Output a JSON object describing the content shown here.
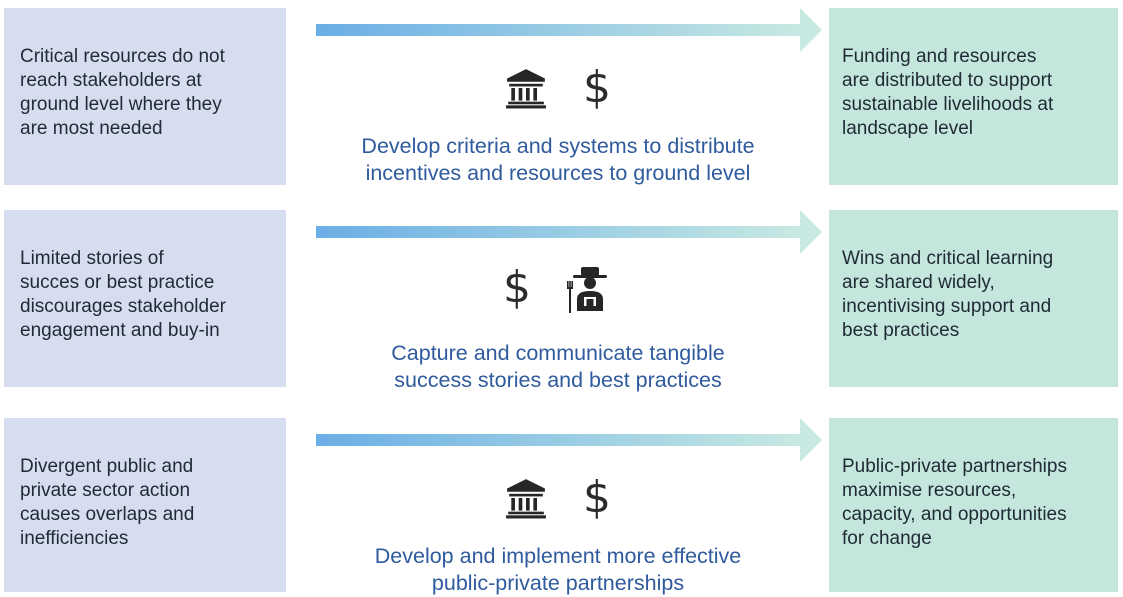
{
  "colors": {
    "problem_box": "#d6ddee",
    "outcome_box": "#c4e6dc",
    "arrow_start": "#6aaee6",
    "arrow_end": "#c7e9e2",
    "action_text": "#2f5b9e"
  },
  "rows": [
    {
      "problem": "Critical resources do not\nreach stakeholders at\nground level where they\nare most needed",
      "icons": [
        "bank-icon",
        "dollar-icon"
      ],
      "action": "Develop criteria and systems to distribute\nincentives and resources to ground level",
      "outcome": "Funding and resources\nare distributed to support\nsustainable livelihoods at\nlandscape level"
    },
    {
      "problem": "Limited stories of\nsucces or best practice\ndiscourages stakeholder\nengagement and buy-in",
      "icons": [
        "dollar-icon",
        "farmer-icon"
      ],
      "action": "Capture and communicate tangible\nsuccess stories and best practices",
      "outcome": "Wins and critical learning\nare shared widely,\nincentivising support and\nbest practices"
    },
    {
      "problem": "Divergent public and\nprivate sector action\ncauses overlaps and\ninefficiencies",
      "icons": [
        "bank-icon",
        "dollar-icon"
      ],
      "action": "Develop and implement more effective\npublic-private partnerships",
      "outcome": "Public-private partnerships\nmaximise resources,\ncapacity, and opportunities\nfor change"
    }
  ],
  "dollar_glyph": "$"
}
